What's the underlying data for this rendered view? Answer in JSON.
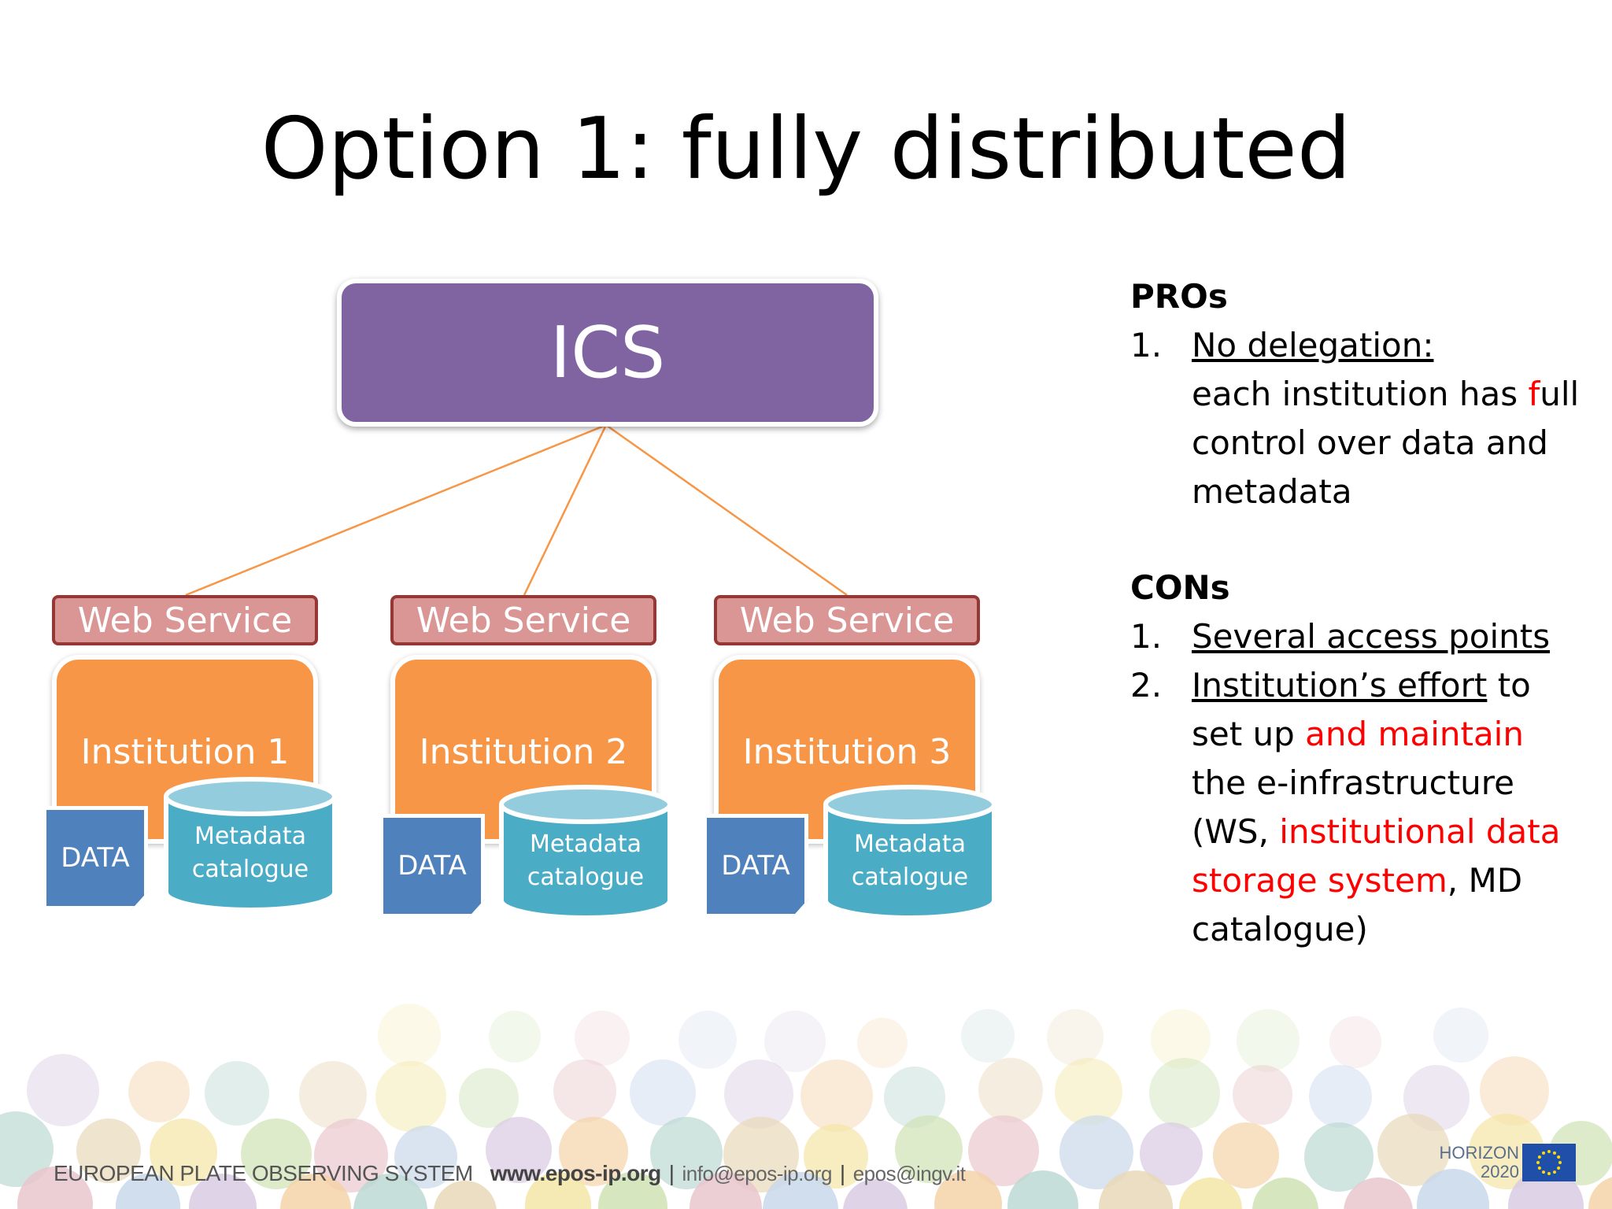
{
  "slide": {
    "title": "Option 1: fully distributed"
  },
  "diagram": {
    "ics_label": "ICS",
    "institutions": [
      {
        "web_service": "Web Service",
        "name": "Institution 1",
        "data": "DATA",
        "catalogue_line1": "Metadata",
        "catalogue_line2": "catalogue"
      },
      {
        "web_service": "Web Service",
        "name": "Institution 2",
        "data": "DATA",
        "catalogue_line1": "Metadata",
        "catalogue_line2": "catalogue"
      },
      {
        "web_service": "Web Service",
        "name": "Institution 3",
        "data": "DATA",
        "catalogue_line1": "Metadata",
        "catalogue_line2": "catalogue"
      }
    ],
    "colors": {
      "ics": "#8064a2",
      "web_service_fill": "#d99694",
      "web_service_border": "#953735",
      "institution": "#f79646",
      "data": "#4f81bd",
      "catalogue": "#4bacc6",
      "connector": "#f79646"
    }
  },
  "pros": {
    "heading": "PROs",
    "items": [
      {
        "number": "1.",
        "title": "No delegation:",
        "line1_a": "each institution has ",
        "line1_red": "f",
        "line1_b": "ull",
        "line2": "control over data and",
        "line3": "metadata"
      }
    ]
  },
  "cons": {
    "heading": "CONs",
    "items": [
      {
        "number": "1.",
        "title": "Several access points"
      },
      {
        "number": "2.",
        "title": "Institution’s effort",
        "title_suffix": " to",
        "line1_a": "set up ",
        "line1_red": "and maintain",
        "line2": "the e-infrastructure",
        "line3_a": "(WS, ",
        "line3_red": "institutional data",
        "line4_red": "storage system",
        "line4_b": ", MD",
        "line5": "catalogue)"
      }
    ]
  },
  "footer": {
    "org": "EUROPEAN PLATE OBSERVING SYSTEM",
    "website": "www.epos-ip.org",
    "separator": "|",
    "email1": "info@epos-ip.org",
    "email2": "epos@ingv.it",
    "horizon_line1": "HORIZON",
    "horizon_line2": "2020"
  }
}
